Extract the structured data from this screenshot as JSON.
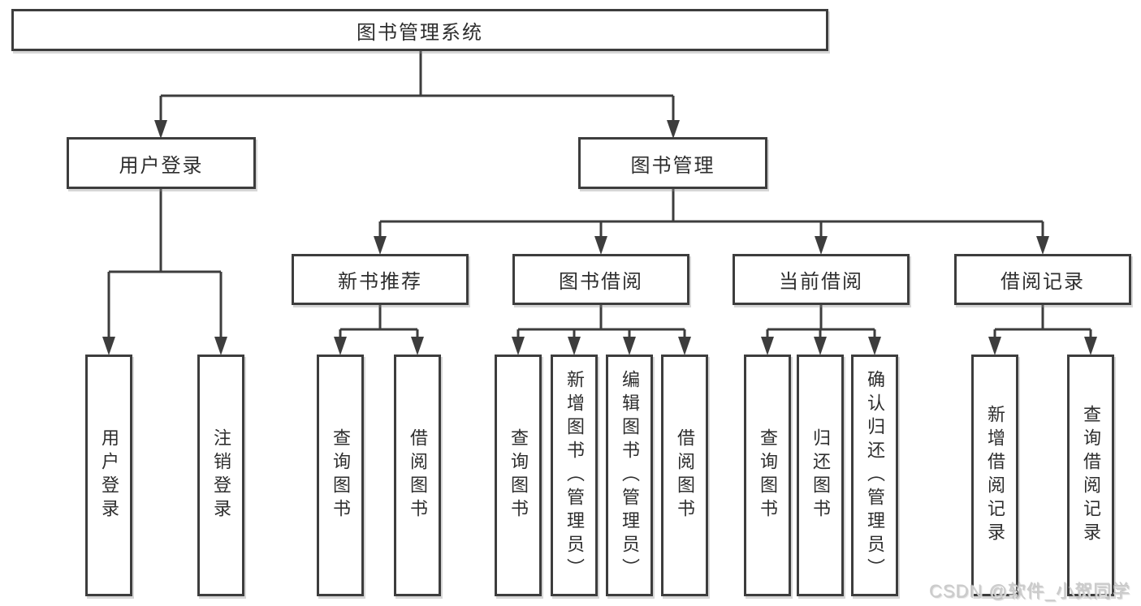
{
  "tree": {
    "label": "图书管理系统",
    "children": [
      {
        "label": "用户登录",
        "children": [
          {
            "label": "用户登录"
          },
          {
            "label": "注销登录"
          }
        ]
      },
      {
        "label": "图书管理",
        "children": [
          {
            "label": "新书推荐",
            "children": [
              {
                "label": "查询图书"
              },
              {
                "label": "借阅图书"
              }
            ]
          },
          {
            "label": "图书借阅",
            "children": [
              {
                "label": "查询图书"
              },
              {
                "label": "新增图书（管理员）"
              },
              {
                "label": "编辑图书（管理员）"
              },
              {
                "label": "借阅图书"
              }
            ]
          },
          {
            "label": "当前借阅",
            "children": [
              {
                "label": "查询图书"
              },
              {
                "label": "归还图书"
              },
              {
                "label": "确认归还（管理员）"
              }
            ]
          },
          {
            "label": "借阅记录",
            "children": [
              {
                "label": "新增借阅记录"
              },
              {
                "label": "查询借阅记录"
              }
            ]
          }
        ]
      }
    ]
  },
  "watermark": {
    "text": "CSDN @软件_小贺同学"
  },
  "colors": {
    "line": "#3d3d3d",
    "text": "#2e2e2e",
    "background": "#ffffff",
    "watermark": "#cdcdcd"
  }
}
